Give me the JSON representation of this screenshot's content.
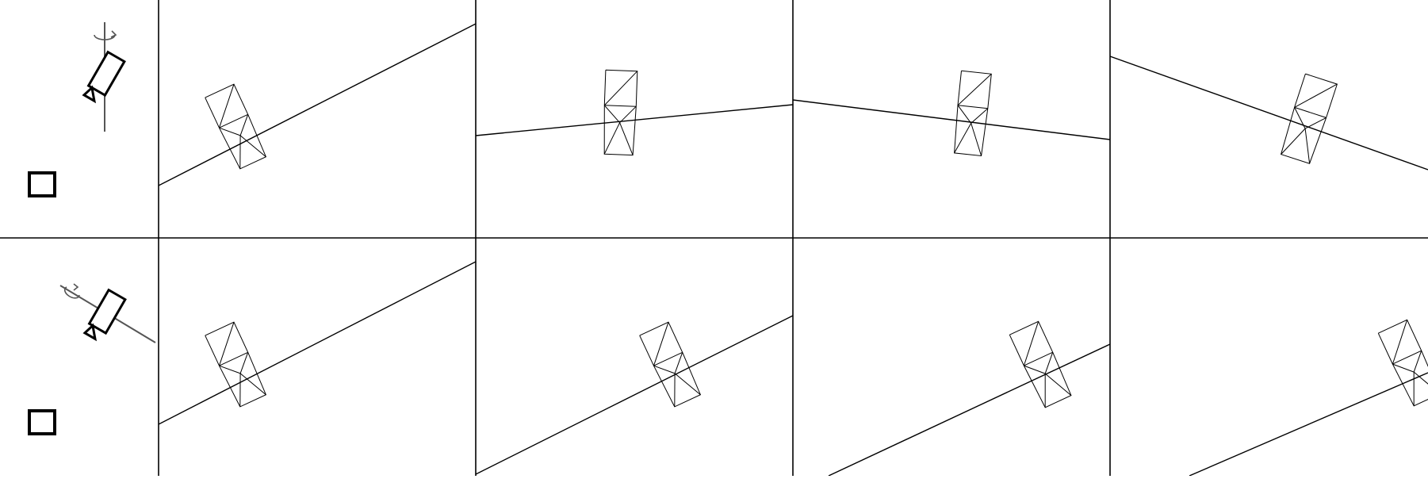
{
  "figure": {
    "description_type": "camera-rotation-frame-sequence",
    "rows": [
      {
        "icon": "camera-rotating-about-vertical-axis-icon",
        "checkbox": {
          "checked": false
        },
        "frame_count": 4
      },
      {
        "icon": "camera-rotating-about-tilted-axis-icon",
        "checkbox": {
          "checked": false
        },
        "frame_count": 4
      }
    ],
    "colors": {
      "line": "#000000",
      "axis": "#555555",
      "background": "#ffffff"
    }
  }
}
